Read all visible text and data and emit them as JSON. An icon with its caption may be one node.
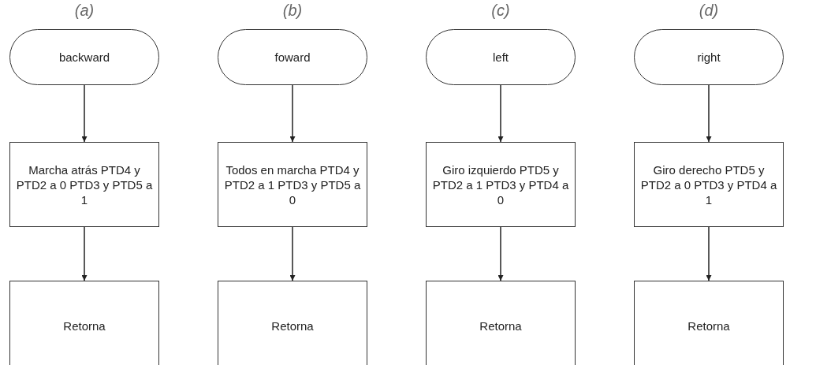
{
  "diagram": {
    "nodes": [
      {
        "text": [
          "backward"
        ]
      },
      {
        "text": [
          "Marcha atrás PTD4 y PTD2 a 0 PTD3 y PTD5 a 1"
        ]
      },
      {
        "text": [
          "Retorna"
        ]
      },
      {
        "text": [
          "foward"
        ]
      },
      {
        "text": [
          "Todos en marcha PTD4 y PTD2 a 1 PTD3 y PTD5 a 0"
        ]
      },
      {
        "text": [
          "Retorna"
        ]
      },
      {
        "text": [
          "left"
        ]
      },
      {
        "text": [
          "Giro izquierdo PTD5 y PTD2 a 1 PTD3 y PTD4 a 0"
        ]
      },
      {
        "text": [
          "Retorna"
        ]
      },
      {
        "text": [
          "right"
        ]
      },
      {
        "text": [
          "Giro derecho PTD5 y PTD2 a 0 PTD3 y PTD4 a 1"
        ]
      },
      {
        "text": [
          "Retorna"
        ]
      }
    ],
    "edges": [
      {
        "from": 0,
        "to": 1,
        "arrow": "to"
      },
      {
        "from": 1,
        "to": 2,
        "arrow": "to"
      },
      {
        "from": 3,
        "to": 4,
        "arrow": "to"
      },
      {
        "from": 4,
        "to": 5,
        "arrow": "to"
      },
      {
        "from": 6,
        "to": 7,
        "arrow": "to"
      },
      {
        "from": 7,
        "to": 8,
        "arrow": "to"
      },
      {
        "from": 9,
        "to": 10,
        "arrow": "to"
      },
      {
        "from": 10,
        "to": 11,
        "arrow": "to"
      }
    ],
    "labels": [
      "(a)",
      "(b)",
      "(c)",
      "(d)"
    ]
  }
}
